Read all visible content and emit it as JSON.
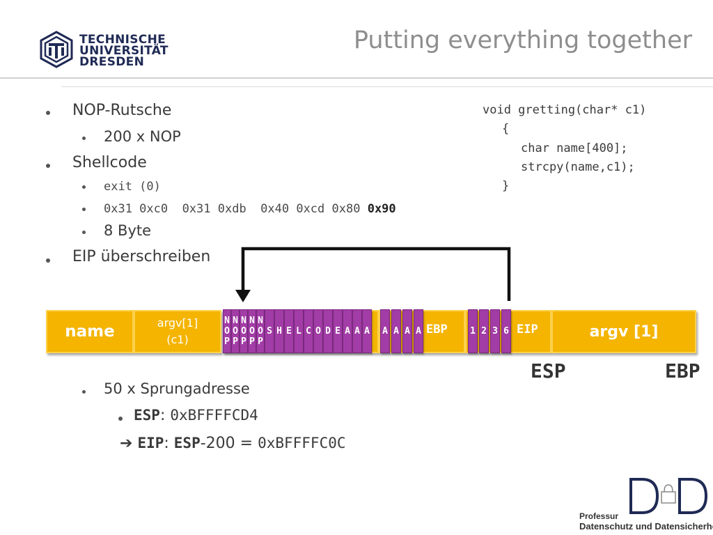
{
  "header": {
    "title": "Putting everything together",
    "university_lines": [
      "TECHNISCHE",
      "UNIVERSITÄT",
      "DRESDEN"
    ]
  },
  "bullets": {
    "nop": "NOP-Rutsche",
    "nop_count": "200 x NOP",
    "shellcode": "Shellcode",
    "exit": "exit (0)",
    "bytes_main": "0x31 0xc0  0x31 0xdb  0x40 0xcd 0x80 ",
    "bytes_bold": "0x90",
    "size": "8 Byte",
    "eip": "EIP überschreiben",
    "jump": "50 x Sprungadresse",
    "esp_key": "ESP",
    "esp_sep": ": ",
    "esp_val": "0xBFFFFCD4",
    "arrow": "➔",
    "eip_key": "EIP",
    "eip_sep": ": ",
    "eip_esp": "ESP",
    "eip_calc": "-200 = ",
    "eip_val": "0xBFFFFC0C"
  },
  "code": {
    "l1": "void gretting(char* c1)",
    "l2": "{",
    "l3": "char name[400];",
    "l4": "strcpy(name,c1);",
    "l5": "}"
  },
  "stack": {
    "name": "name",
    "argv_c1_l1": "argv[1]",
    "argv_c1_l2": "(c1)",
    "nop_cols": [
      "NOP",
      "NOP",
      "NOP",
      "NOP",
      "NOP"
    ],
    "shellcode_chars": [
      "S",
      "H",
      "E",
      "L",
      "C",
      "O",
      "D",
      "E",
      "A",
      "A",
      "A"
    ],
    "fill_chars": [
      "A",
      "A",
      "A",
      "A"
    ],
    "ebp": "EBP",
    "addr_chars": [
      "1",
      "2",
      "3",
      "6"
    ],
    "eip": "EIP",
    "argv1": "argv [1]"
  },
  "labels": {
    "esp": "ESP",
    "ebp": "EBP"
  },
  "footer": {
    "professur": "Professur",
    "dept": "Datenschutz und Datensicherheit",
    "logo_left": "D",
    "logo_right": "D"
  },
  "colors": {
    "yellow": "#f4b400",
    "purple": "#a23ca6",
    "title_gray": "#8e8e8e",
    "navy": "#1f2a55"
  }
}
